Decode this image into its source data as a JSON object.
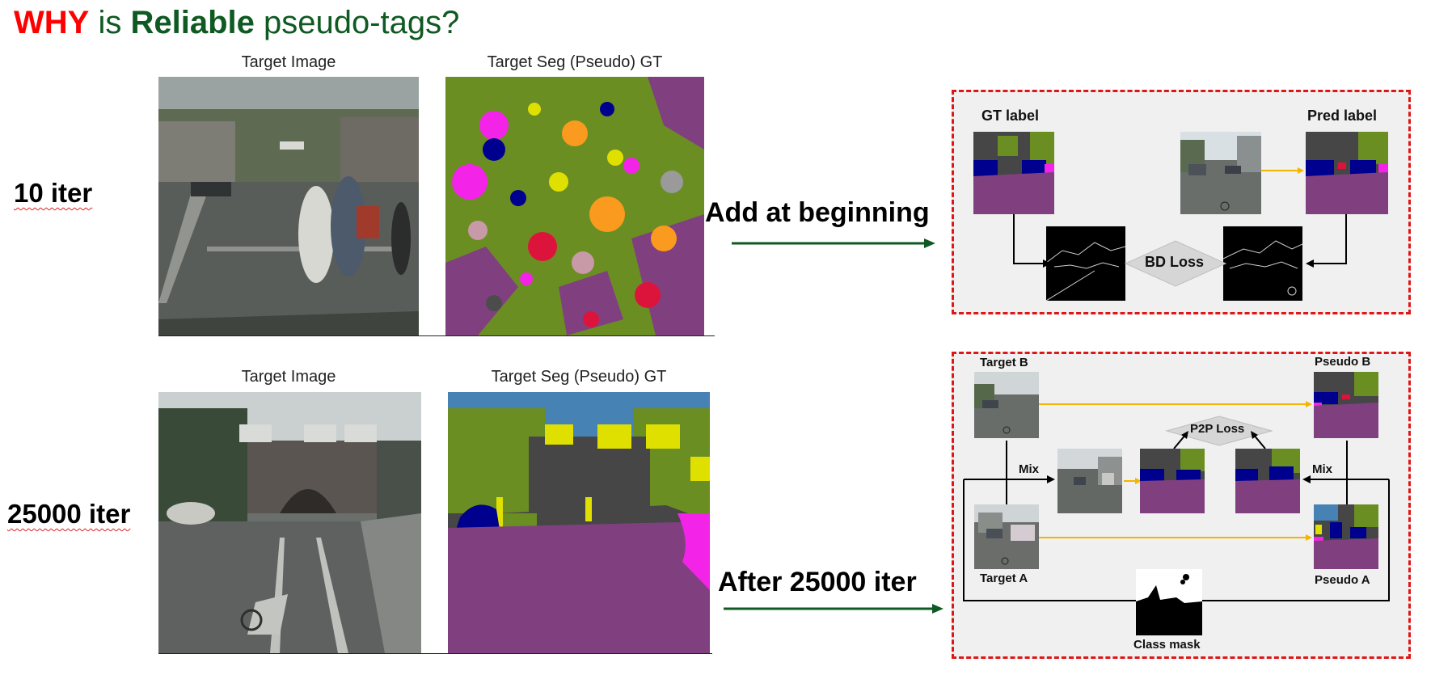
{
  "title": {
    "word_why": "WHY",
    "word_is": "is",
    "word_reliable": "Reliable",
    "word_rest": "pseudo-tags?"
  },
  "rows": [
    {
      "iter_label": "10 iter",
      "caption_image": "Target Image",
      "caption_gt": "Target Seg (Pseudo) GT",
      "action": "Add at beginning"
    },
    {
      "iter_label": "25000 iter",
      "caption_image": "Target Image",
      "caption_gt": "Target Seg (Pseudo) GT",
      "action": "After 25000 iter"
    }
  ],
  "panel_top": {
    "gt_label": "GT label",
    "pred_label": "Pred label",
    "loss": "BD Loss"
  },
  "panel_bottom": {
    "target_b": "Target B",
    "pseudo_b": "Pseudo B",
    "loss": "P2P Loss",
    "mix_left": "Mix",
    "mix_right": "Mix",
    "target_a": "Target A",
    "pseudo_a": "Pseudo A",
    "class_mask": "Class mask"
  },
  "colors": {
    "title_red": "#ff0000",
    "title_green": "#0f5a22",
    "arrow_green": "#0f5a22",
    "panel_border": "#e01515",
    "arrow_orange": "#f5b400",
    "seg_road": "#804080",
    "seg_veg": "#6b8e23",
    "seg_car": "#00008e",
    "seg_sign": "#e0e000",
    "seg_building": "#464646",
    "seg_sky": "#4682b4",
    "seg_sidewalk": "#f423e8",
    "seg_person": "#dc143c",
    "seg_light": "#fa9a1e"
  }
}
